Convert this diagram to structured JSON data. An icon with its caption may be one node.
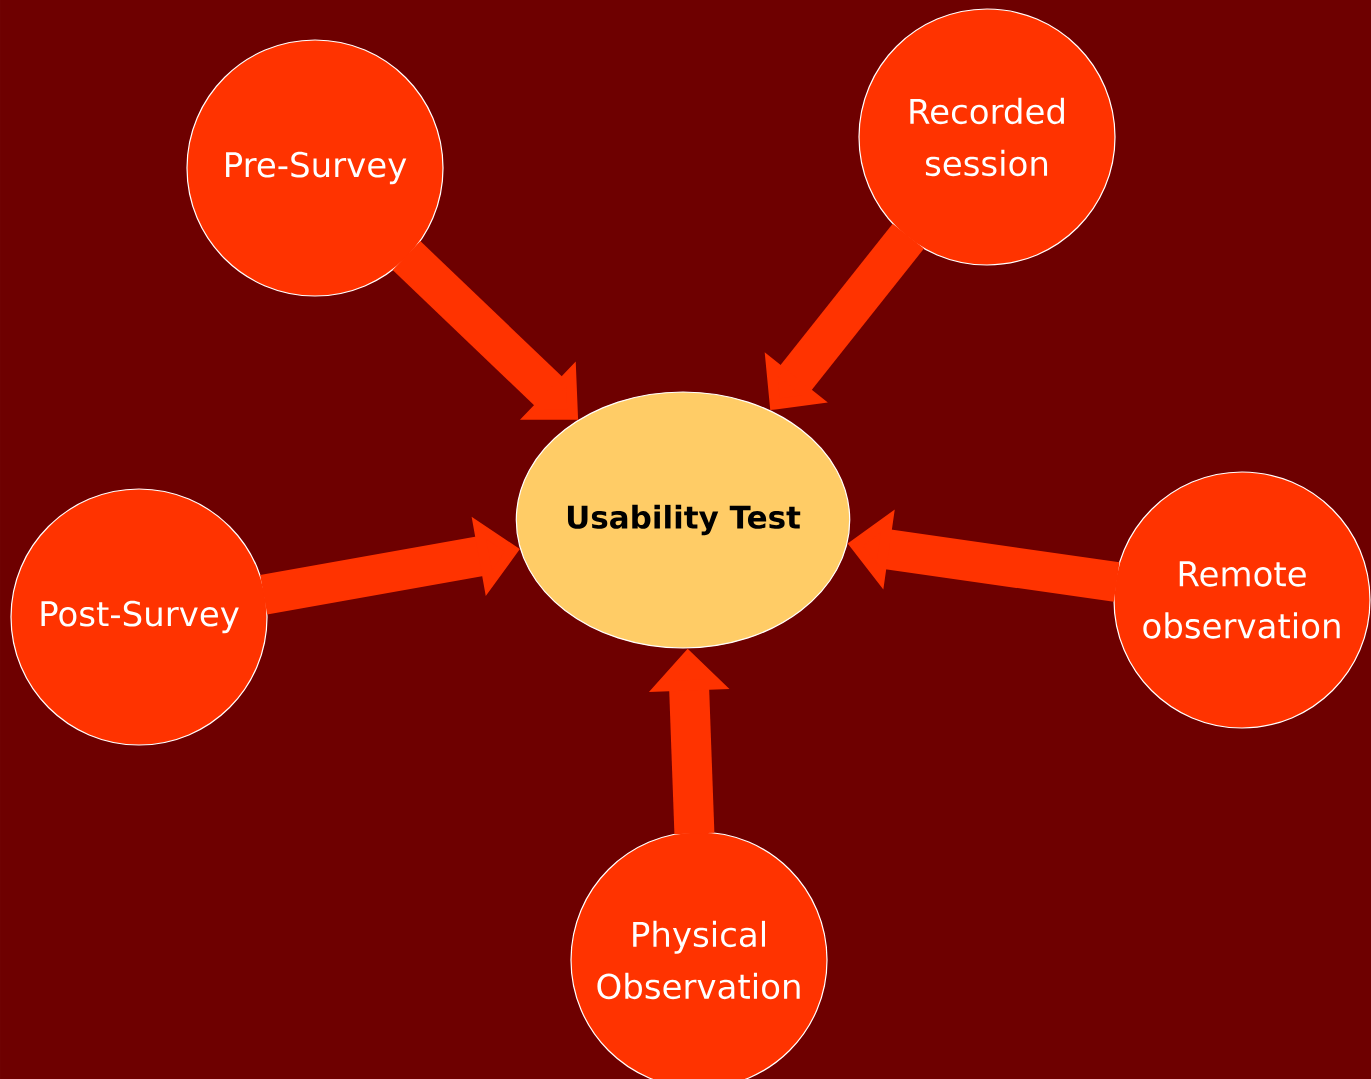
{
  "diagram": {
    "nodes": [
      {
        "text": [
          "Usability Test"
        ]
      },
      {
        "text": [
          "Pre-Survey"
        ]
      },
      {
        "text": [
          "Recorded session"
        ]
      },
      {
        "text": [
          "Post-Survey"
        ]
      },
      {
        "text": [
          "Remote observation"
        ]
      },
      {
        "text": [
          "Physical Observation"
        ]
      }
    ],
    "edges": [
      {
        "from": 1,
        "to": 0,
        "arrow": "to"
      },
      {
        "from": 2,
        "to": 0,
        "arrow": "to"
      },
      {
        "from": 3,
        "to": 0,
        "arrow": "to"
      },
      {
        "from": 4,
        "to": 0,
        "arrow": "to"
      },
      {
        "from": 5,
        "to": 0,
        "arrow": "to"
      }
    ]
  }
}
